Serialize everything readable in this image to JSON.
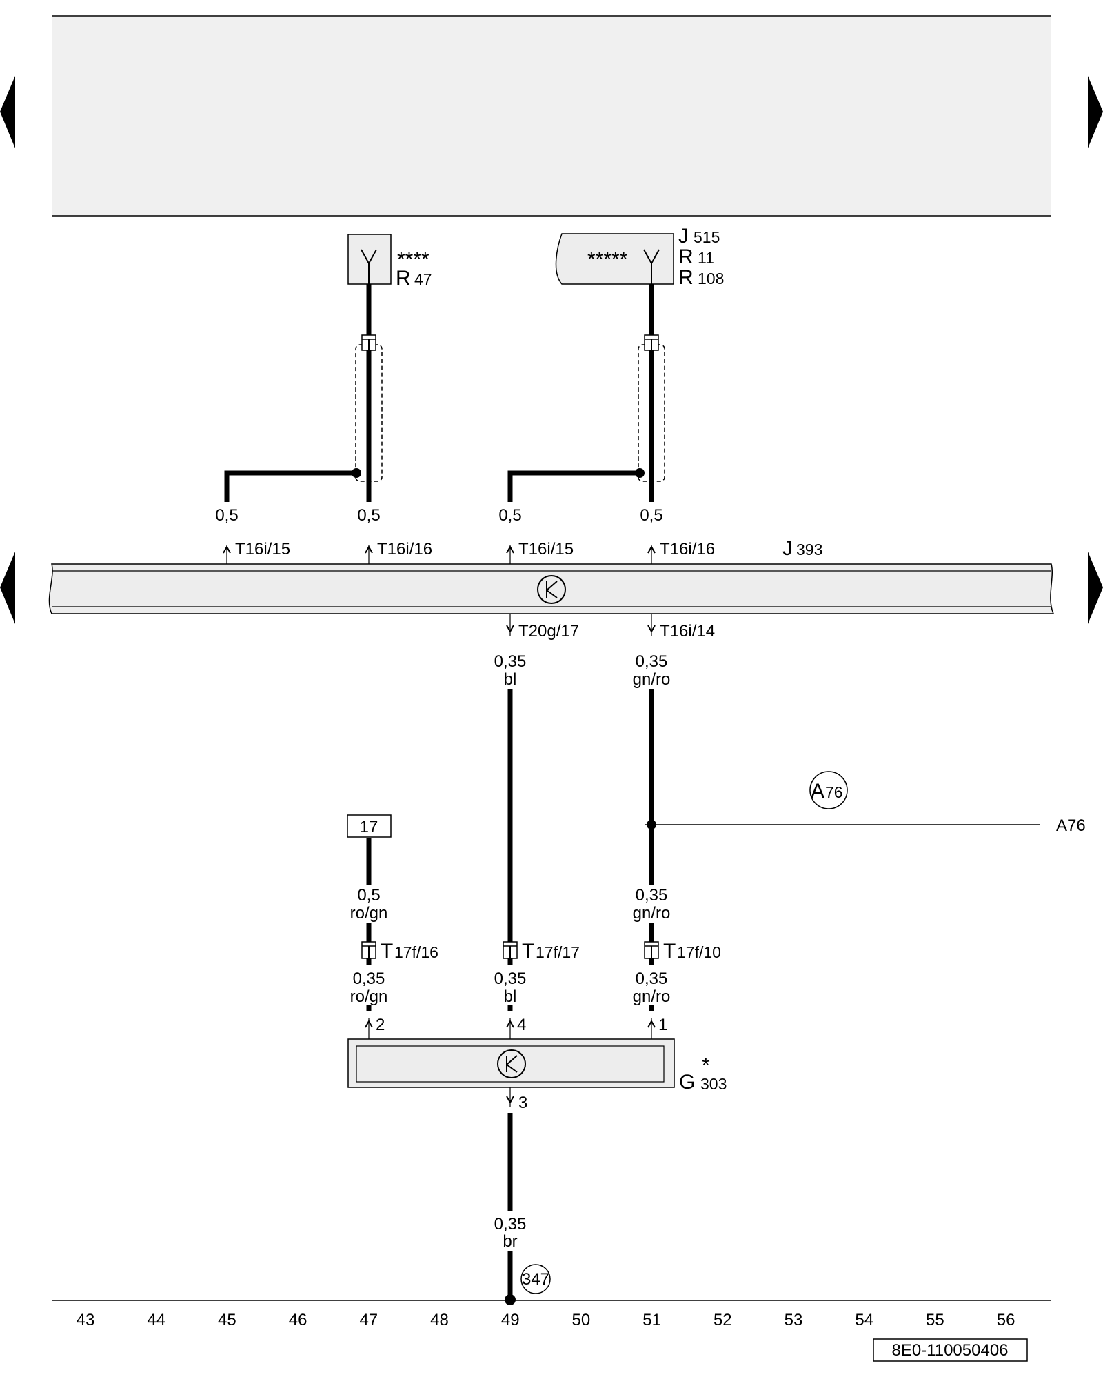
{
  "components": {
    "r47": {
      "stars": "****",
      "letter": "R",
      "number": "47"
    },
    "right_box": {
      "stars": "*****",
      "items": [
        {
          "letter": "J",
          "number": "515"
        },
        {
          "letter": "R",
          "number": "11"
        },
        {
          "letter": "R",
          "number": "108"
        }
      ]
    },
    "j393": {
      "letter": "J",
      "number": "393"
    },
    "g303": {
      "letter": "G",
      "star": "*",
      "number": "303"
    },
    "ref_box": "17",
    "a76_circle": {
      "letter": "A",
      "number": "76"
    },
    "a76_line_label": "A76",
    "ground_circle": "347"
  },
  "wire_labels": {
    "top": [
      {
        "size": "0,5",
        "pin": "T16i/15"
      },
      {
        "size": "0,5",
        "pin": "T16i/16"
      },
      {
        "size": "0,5",
        "pin": "T16i/15"
      },
      {
        "size": "0,5",
        "pin": "T16i/16"
      }
    ],
    "j393_out": [
      {
        "pin": "T20g/17",
        "size": "0,35",
        "color": "bl"
      },
      {
        "pin": "T16i/14",
        "size": "0,35",
        "color": "gn/ro"
      }
    ],
    "mid": [
      {
        "size": "0,5",
        "color": "ro/gn"
      },
      {
        "size": "0,35",
        "color": "gn/ro"
      }
    ],
    "connectors": [
      {
        "letter": "T",
        "pin": "17f/16"
      },
      {
        "letter": "T",
        "pin": "17f/17"
      },
      {
        "letter": "T",
        "pin": "17f/10"
      }
    ],
    "lower": [
      {
        "size": "0,35",
        "color": "ro/gn"
      },
      {
        "size": "0,35",
        "color": "bl"
      },
      {
        "size": "0,35",
        "color": "gn/ro"
      }
    ],
    "g303_pins": [
      "2",
      "4",
      "1"
    ],
    "g303_out_pin": "3",
    "ground_wire": {
      "size": "0,35",
      "color": "br"
    }
  },
  "scale": [
    "43",
    "44",
    "45",
    "46",
    "47",
    "48",
    "49",
    "50",
    "51",
    "52",
    "53",
    "54",
    "55",
    "56"
  ],
  "footer_code": "8E0-110050406",
  "colors": {
    "wire": "#000000",
    "box_fill": "#ededed",
    "header_fill": "#f0f0f0"
  },
  "icons": {
    "nav_prev": "triangle-left-icon",
    "nav_next": "triangle-right-icon",
    "antenna": "antenna-y-icon",
    "can_bus": "can-k-icon"
  }
}
